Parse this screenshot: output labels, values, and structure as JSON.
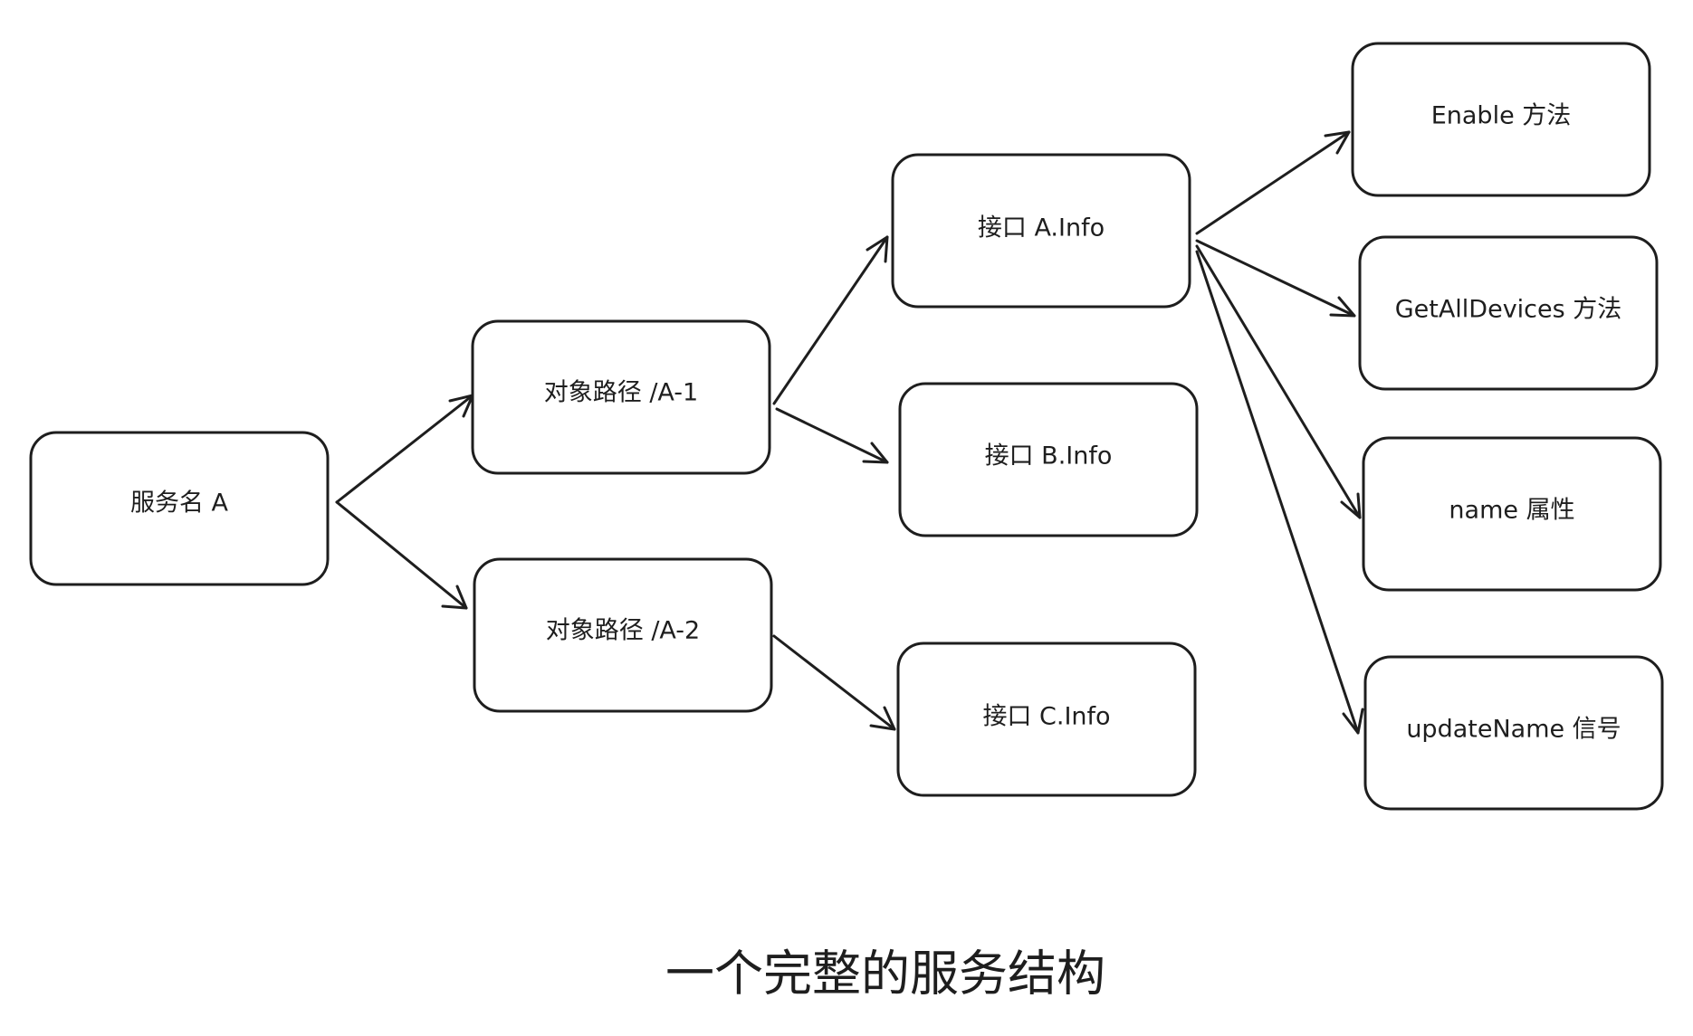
{
  "diagram": {
    "nodes": {
      "service": "服务名 A",
      "path_a1": "对象路径 /A-1",
      "path_a2": "对象路径 /A-2",
      "iface_a": "接口 A.Info",
      "iface_b": "接口 B.Info",
      "iface_c": "接口 C.Info",
      "enable_method": "Enable 方法",
      "getall_method": "GetAllDevices 方法",
      "name_property": "name 属性",
      "update_signal": "updateName 信号"
    },
    "caption": "一个完整的服务结构"
  }
}
